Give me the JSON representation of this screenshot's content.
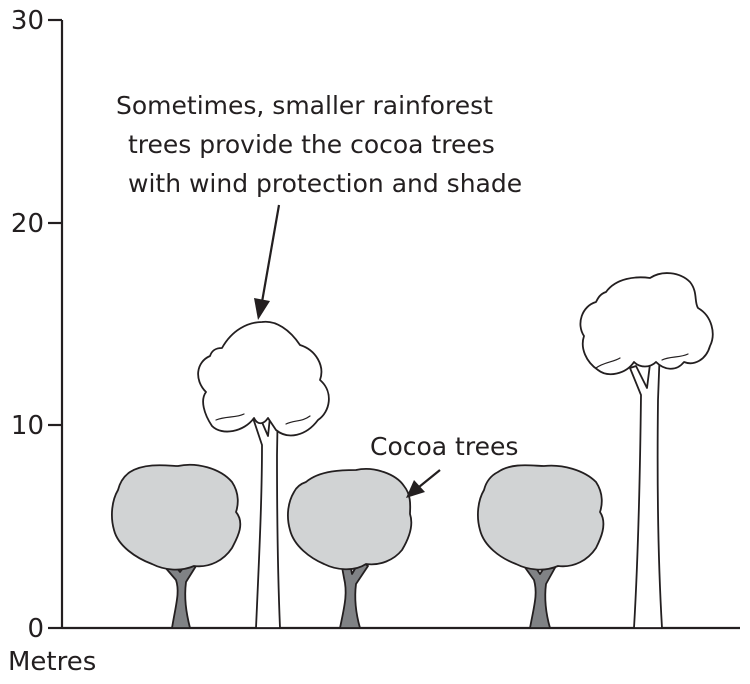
{
  "axis": {
    "ticks": [
      "0",
      "10",
      "20",
      "30"
    ],
    "unit_label": "Metres"
  },
  "annotations": {
    "rainforest_note": [
      "Sometimes, smaller rainforest",
      "trees provide the cocoa trees",
      "with wind protection and shade"
    ],
    "cocoa_label": "Cocoa trees"
  },
  "colors": {
    "cocoa_crown": "#d1d3d4",
    "cocoa_trunk": "#808285",
    "rainforest_crown": "#ffffff",
    "outline": "#231f20"
  }
}
